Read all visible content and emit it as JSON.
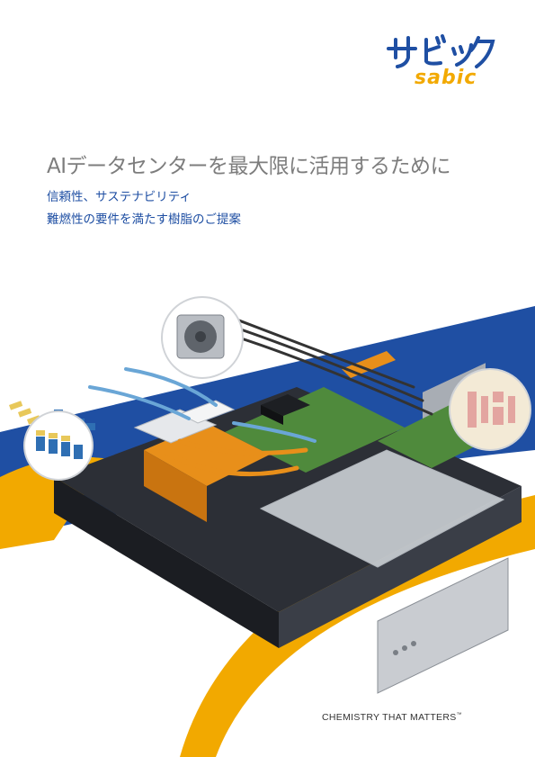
{
  "brand": {
    "logo_katakana": "サビック",
    "logo_latin": "sabic",
    "tagline": "CHEMISTRY THAT MATTERS",
    "tagline_mark": "™",
    "colors": {
      "blue": "#1f4fa3",
      "yellow": "#f2a900"
    }
  },
  "cover": {
    "title": "AIデータセンターを最大限に活用するために",
    "subtitle_line1": "信頼性、サステナビリティ",
    "subtitle_line2": "難燃性の要件を満たす樹脂のご提案"
  },
  "illustration": {
    "subject": "server-rack-exploded-illustration",
    "icons": [
      "fan-module-icon",
      "fiber-connectors-icon",
      "pcb-detail-icon"
    ]
  }
}
